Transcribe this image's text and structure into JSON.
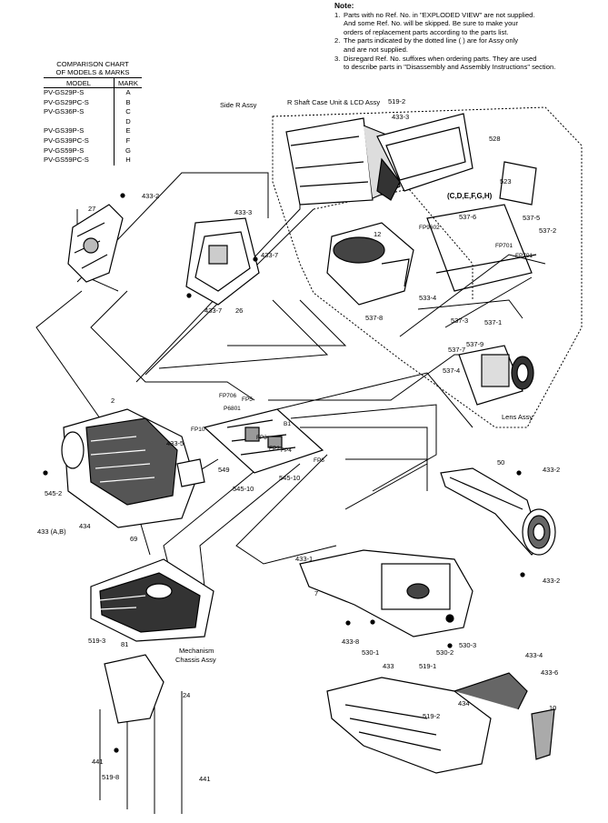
{
  "note": {
    "title": "Note:",
    "items": [
      {
        "num": "1.",
        "lines": [
          "Parts with no Ref. No. in \"EXPLODED VIEW\" are not supplied.",
          "And some Ref. No. will be skipped. Be sure to make your",
          "orders of replacement parts according to the parts list."
        ]
      },
      {
        "num": "2.",
        "lines": [
          "The parts indicated by the dotted line ( ) are for Assy only",
          "and are not supplied."
        ]
      },
      {
        "num": "3.",
        "lines": [
          "Disregard Ref. No. suffixes when ordering parts. They are used",
          "to describe parts in \"Disassembly and Assembly Instructions\" section."
        ]
      }
    ]
  },
  "comparison_chart": {
    "title_line1": "COMPARISON CHART",
    "title_line2": "OF MODELS & MARKS",
    "col_model": "MODEL",
    "col_mark": "MARK",
    "rows": [
      {
        "model": "PV-GS29P-S",
        "mark": "A"
      },
      {
        "model": "PV-GS29PC-S",
        "mark": "B"
      },
      {
        "model": "PV-GS36P-S",
        "mark": "C"
      },
      {
        "model": "",
        "mark": "D"
      },
      {
        "model": "PV-GS39P-S",
        "mark": "E"
      },
      {
        "model": "PV-GS39PC-S",
        "mark": "F"
      },
      {
        "model": "PV-GS59P-S",
        "mark": "G"
      },
      {
        "model": "PV-GS59PC-S",
        "mark": "H"
      }
    ]
  },
  "assy_labels": {
    "side_r": "Side R Assy",
    "r_shaft": "R Shaft Case Unit & LCD Assy",
    "lens": "Lens Assy",
    "mech1": "Mechanism",
    "mech2": "Chassis Assy",
    "models": "(C,D,E,F,G,H)"
  },
  "callouts": {
    "c519_2_top": "519-2",
    "c433_3_top": "433-3",
    "c528": "528",
    "c433_2_a": "433-2",
    "c27": "27",
    "c433_3_mid": "433-3",
    "c433_7_a": "433-7",
    "c433_7_b": "433-7",
    "c26": "26",
    "c12": "12",
    "c523": "523",
    "c537_6": "537-6",
    "c537_5": "537-5",
    "c537_2": "537-2",
    "c533_4": "533-4",
    "c537_1": "537-1",
    "c537_3": "537-3",
    "c537_4": "537-4",
    "c537_8": "537-8",
    "c537_9": "537-9",
    "c537_7": "537-7",
    "c2": "2",
    "c433_5": "433-5",
    "c549_a": "549",
    "c545_10_a": "545-10",
    "c545_10_b": "545-10",
    "c545_2": "545-2",
    "c434": "434",
    "c69": "69",
    "c433_ab": "433 (A,B)",
    "c50": "50",
    "c433_2_b": "433-2",
    "c433_2_c": "433-2",
    "c433_1": "433-1",
    "c7": "7",
    "c433_8": "433-8",
    "c530_1": "530-1",
    "c433_b": "433",
    "c519_1": "519-1",
    "c530_2": "530-2",
    "c530_3": "530-3",
    "c519_3": "519-3",
    "c81": "81",
    "c24": "24",
    "c433_4": "433-4",
    "c433_6": "433-6",
    "c10": "10",
    "c519_2_bot": "519-2",
    "c519_8": "519-8",
    "c441_a": "441",
    "c441_b": "441",
    "c434_b": "434"
  },
  "fp_labels": {
    "fp9602": "FP9602",
    "fp701a": "FP701",
    "fp701b": "FP701",
    "fp706": "FP706",
    "p6801": "P6801",
    "fp5": "FP5",
    "fp10": "FP10",
    "fp3": "FP3",
    "fp2": "FP2",
    "fp4": "FP4",
    "fp6": "FP6",
    "b1": "B1"
  }
}
